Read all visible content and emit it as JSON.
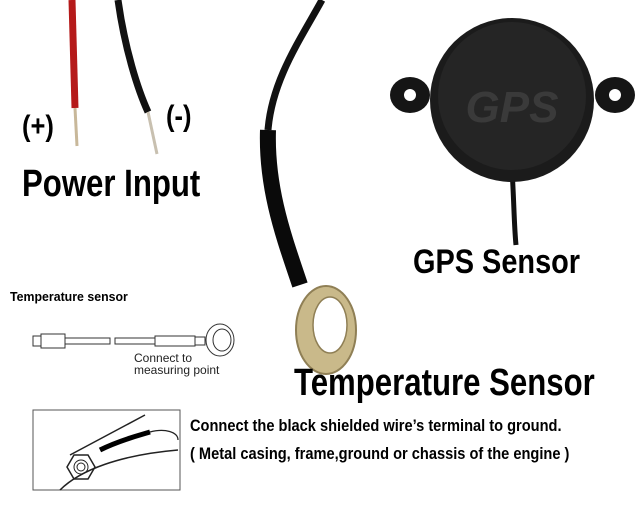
{
  "power": {
    "plus_label": "(+)",
    "minus_label": "(-)",
    "title": "Power Input"
  },
  "gps": {
    "title": "GPS Sensor",
    "logo_text": "GPS"
  },
  "temperature": {
    "title": "Temperature Sensor",
    "diagram_title": "Temperature sensor",
    "diagram_caption_line1": "Connect to",
    "diagram_caption_line2": "measuring point",
    "instruction_line1": "Connect the black shielded wire’s terminal to ground.",
    "instruction_line2": "( Metal casing, frame,ground or chassis of the engine )"
  },
  "colors": {
    "red_wire": "#b51a1a",
    "black_wire": "#111111",
    "ring_terminal": "#c9b98a"
  }
}
